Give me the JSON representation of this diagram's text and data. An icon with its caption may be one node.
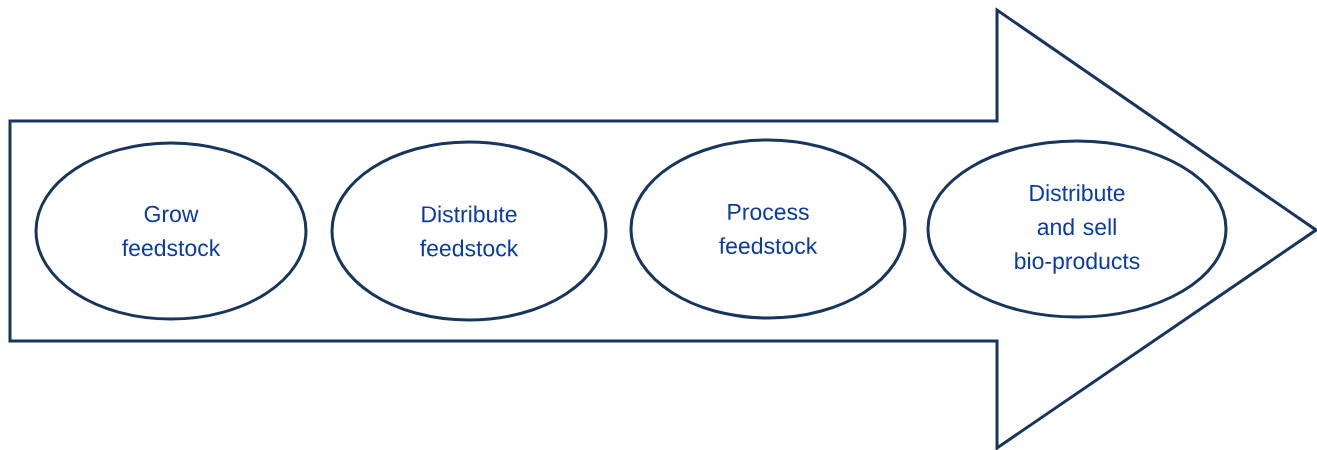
{
  "diagram": {
    "nodes": [
      {
        "text": [],
        "shape": "arrow"
      },
      {
        "text": [
          "Grow feedstock"
        ],
        "in": 0
      },
      {
        "text": [
          "Distribute feedstock"
        ],
        "in": 0
      },
      {
        "text": [
          "Process feedstock"
        ],
        "in": 0
      },
      {
        "text": [
          "Distribute and sell bio-products"
        ],
        "in": 0
      }
    ]
  }
}
